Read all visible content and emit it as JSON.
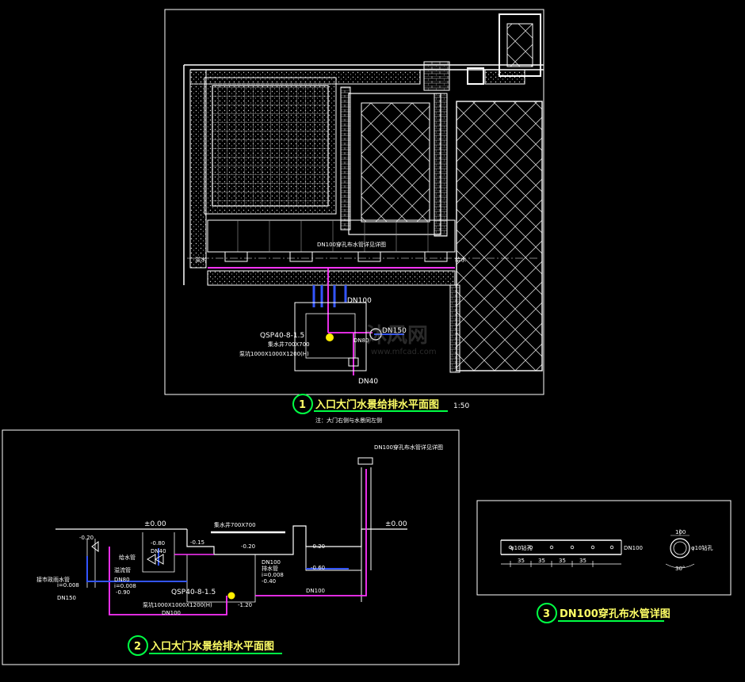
{
  "drawing1": {
    "number": "1",
    "title": "入口大门水景给排水平面图",
    "scale": "1:50",
    "note": "注：大门右侧与水景同左侧",
    "labels": {
      "pipe_main": "DN100穿孔布水管详见详图",
      "dn100": "DN100",
      "dn150": "DN150",
      "dn80": "DN80",
      "dn40": "DN40",
      "pump": "QSP40-8-1.5",
      "pit_inner": "集水井700X700",
      "pit_outer": "泵坑1000X1000X1200(H)",
      "left_tag": "溢水",
      "right_tag": "给水"
    }
  },
  "drawing2": {
    "number": "2",
    "title": "入口大门水景给排水平面图",
    "labels": {
      "top_pipe": "DN100穿孔布水管详见详图",
      "ground_left": "±0.00",
      "ground_right": "±0.00",
      "grate": "集水井700X700",
      "e1": "-0.20",
      "e2": "-0.80",
      "e3": "-0.15",
      "e4": "-0.20",
      "e5": "-0.20",
      "e6": "-0.60",
      "e7": "-0.40",
      "e8": "-0.90",
      "e9": "-1.20",
      "dn40": "DN40",
      "dn80": "DN80",
      "dn150": "DN150",
      "dn100_a": "DN100",
      "dn100_b": "DN100",
      "dn100_c": "DN100",
      "slope1": "i=0.008",
      "slope2": "i=0.008",
      "slope3": "i=0.008",
      "pump": "QSP40-8-1.5",
      "pit": "泵坑1000X1000X1200(H)",
      "inlet": "给水管",
      "overflow": "溢流管",
      "sewer": "接市政雨水管",
      "drain": "排水管"
    }
  },
  "drawing3": {
    "number": "3",
    "title": "DN100穿孔布水管详图",
    "labels": {
      "holes": "φ10钻孔",
      "pipe": "DN100",
      "s1": "35",
      "s2": "35",
      "s3": "35",
      "s4": "35",
      "hole_r": "φ10钻孔",
      "dia": "100",
      "angle": "30°"
    }
  },
  "watermark": {
    "text": "沐风网",
    "url": "www.mfcad.com"
  },
  "colors": {
    "bg": "#000000",
    "line": "#ffffff",
    "magenta": "#ff33ff",
    "blue": "#3355ff",
    "green": "#00ff44",
    "yellow": "#ffee00"
  }
}
